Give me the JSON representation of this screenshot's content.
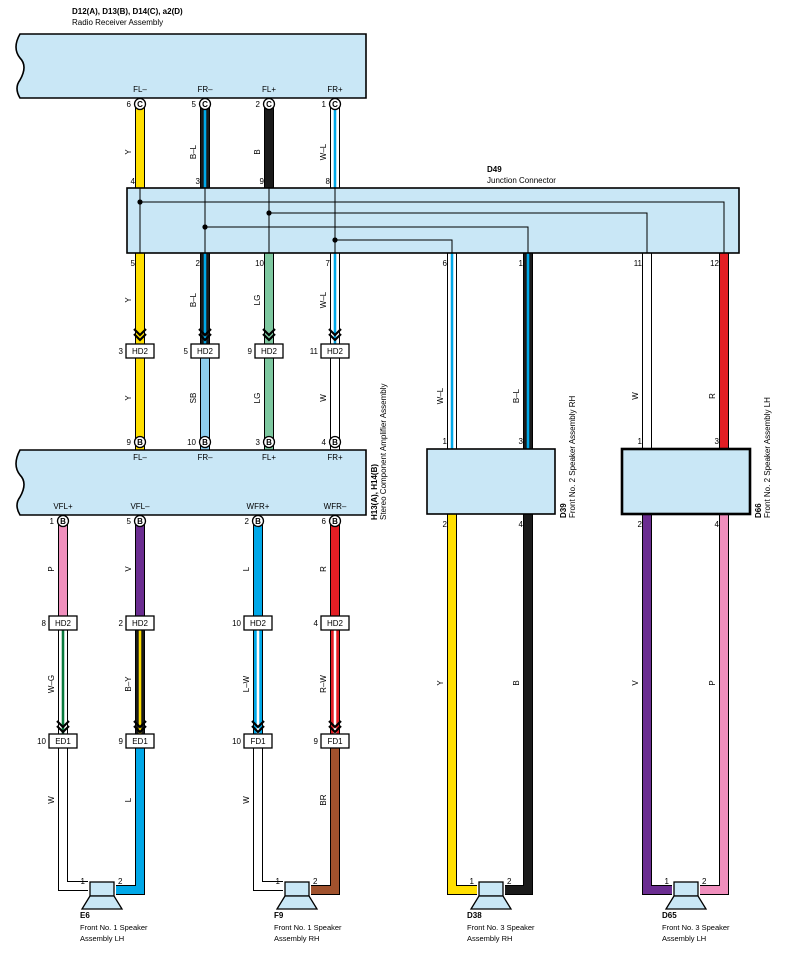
{
  "radio": {
    "code": "D12(A), D13(B), D14(C), a2(D)",
    "name": "Radio Receiver Assembly",
    "terms": [
      "FL–",
      "FR–",
      "FL+",
      "FR+"
    ],
    "pins": [
      "6",
      "5",
      "2",
      "1"
    ],
    "conn": "C"
  },
  "junction": {
    "code": "D49",
    "name": "Junction Connector",
    "top_pins": [
      "4",
      "3",
      "9",
      "8"
    ],
    "bottom_pins": [
      "5",
      "2",
      "10",
      "7",
      "6",
      "1",
      "11",
      "12"
    ]
  },
  "wires_upper": [
    "Y",
    "B–L",
    "B",
    "W–L"
  ],
  "wires_mid": [
    "Y",
    "B–L",
    "LG",
    "W–L"
  ],
  "hd2_upper": {
    "pins": [
      "3",
      "5",
      "9",
      "11"
    ],
    "label": "HD2"
  },
  "wires_lower": [
    "Y",
    "SB",
    "LG",
    "W"
  ],
  "amp": {
    "code": "H13(A), H14(B)",
    "name": "Stereo Component Amplifier Assembly",
    "in_terms": [
      "FL–",
      "FR–",
      "FL+",
      "FR+"
    ],
    "in_pins": [
      "9",
      "10",
      "3",
      "4"
    ],
    "conn": "B",
    "out_terms": [
      "VFL+",
      "VFL–",
      "WFR+",
      "WFR–"
    ],
    "out_pins": [
      "1",
      "5",
      "2",
      "6"
    ]
  },
  "amp_out_wires": [
    "P",
    "V",
    "L",
    "R"
  ],
  "hd2_lower": {
    "pins": [
      "8",
      "2",
      "10",
      "4"
    ],
    "label": "HD2"
  },
  "hd2_lower_wires": [
    "W–G",
    "B–Y",
    "L–W",
    "R–W"
  ],
  "ed_fd": {
    "pins": [
      "10",
      "9",
      "10",
      "9"
    ],
    "labels": [
      "ED1",
      "ED1",
      "FD1",
      "FD1"
    ]
  },
  "speaker_wires": [
    "W",
    "L",
    "W",
    "BR"
  ],
  "d39": {
    "code": "D39",
    "name": "Front No. 2 Speaker Assembly RH",
    "in_wires": [
      "W–L",
      "B–L"
    ],
    "in_pins": [
      "1",
      "3"
    ],
    "out_pins": [
      "2",
      "4"
    ],
    "out_wires": [
      "Y",
      "B"
    ]
  },
  "d66": {
    "code": "D66",
    "name": "Front No. 2 Speaker Assembly LH",
    "in_wires": [
      "W",
      "R"
    ],
    "in_pins": [
      "1",
      "3"
    ],
    "out_pins": [
      "2",
      "4"
    ],
    "out_wires": [
      "V",
      "P"
    ]
  },
  "speakers": [
    {
      "code": "E6",
      "line1": "Front No.  1 Speaker",
      "line2": "Assembly LH"
    },
    {
      "code": "F9",
      "line1": "Front No.  1 Speaker",
      "line2": "Assembly RH"
    },
    {
      "code": "D38",
      "line1": "Front No.  3 Speaker",
      "line2": "Assembly RH"
    },
    {
      "code": "D65",
      "line1": "Front No.  3 Speaker",
      "line2": "Assembly LH"
    }
  ],
  "speaker_pins": [
    "1",
    "2"
  ],
  "colors": {
    "Y": "#ffdf00",
    "B": "#1a1a1a",
    "W": "#ffffff",
    "R": "#e31e24",
    "LG": "#7ec8a0",
    "SB": "#8ecfee",
    "P": "#f08fbd",
    "V": "#6b2d91",
    "L": "#00a8e8",
    "BR": "#a0522d",
    "G": "#0a7a3e",
    "component": "#c9e7f6"
  }
}
